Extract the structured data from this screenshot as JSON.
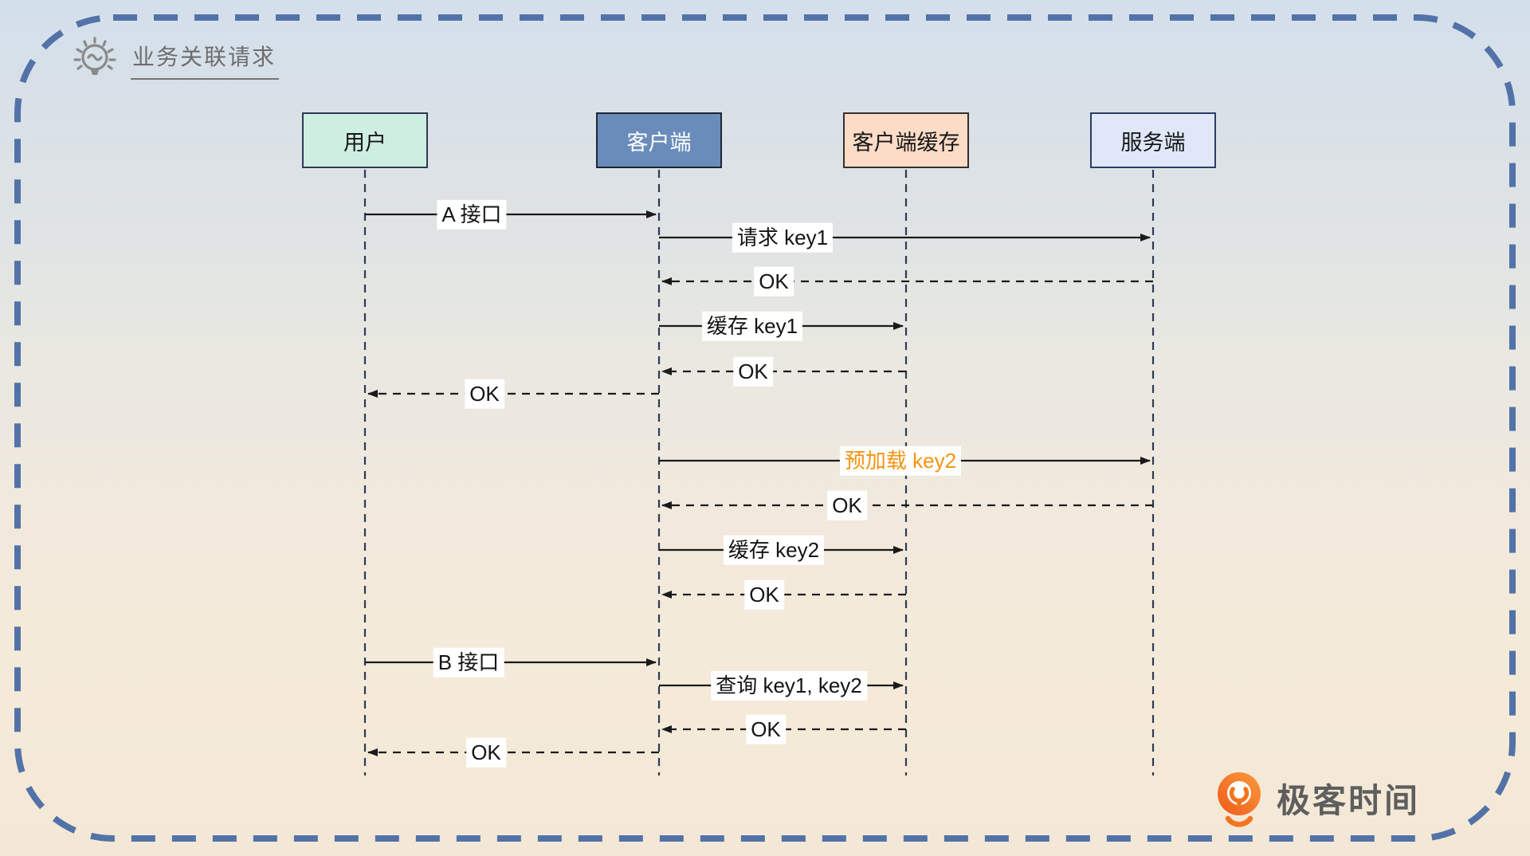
{
  "title": "业务关联请求",
  "title_icon": "lightbulb-icon",
  "actors": [
    {
      "id": "user",
      "label": "用户",
      "fill": "#cfeee2",
      "text_color": "#161616"
    },
    {
      "id": "client",
      "label": "客户端",
      "fill": "#6a8cba",
      "text_color": "#ffffff"
    },
    {
      "id": "cache",
      "label": "客户端缓存",
      "fill": "#fcdcc7",
      "text_color": "#161616"
    },
    {
      "id": "server",
      "label": "服务端",
      "fill": "#dfe7f8",
      "text_color": "#161616"
    }
  ],
  "messages": [
    {
      "label": "A 接口",
      "from": "用户",
      "to": "客户端",
      "line": "solid",
      "label_color": "#141414"
    },
    {
      "label": "请求 key1",
      "from": "客户端",
      "to": "服务端",
      "line": "solid",
      "label_color": "#141414"
    },
    {
      "label": "OK",
      "from": "服务端",
      "to": "客户端",
      "line": "dashed",
      "label_color": "#141414"
    },
    {
      "label": "缓存 key1",
      "from": "客户端",
      "to": "客户端缓存",
      "line": "solid",
      "label_color": "#141414"
    },
    {
      "label": "OK",
      "from": "客户端缓存",
      "to": "客户端",
      "line": "dashed",
      "label_color": "#141414"
    },
    {
      "label": "OK",
      "from": "客户端",
      "to": "用户",
      "line": "dashed",
      "label_color": "#141414"
    },
    {
      "label": "预加载 key2",
      "from": "客户端",
      "to": "服务端",
      "line": "solid",
      "label_color": "#f5930f"
    },
    {
      "label": "OK",
      "from": "服务端",
      "to": "客户端",
      "line": "dashed",
      "label_color": "#141414"
    },
    {
      "label": "缓存 key2",
      "from": "客户端",
      "to": "客户端缓存",
      "line": "solid",
      "label_color": "#141414"
    },
    {
      "label": "OK",
      "from": "客户端缓存",
      "to": "客户端",
      "line": "dashed",
      "label_color": "#141414"
    },
    {
      "label": "B 接口",
      "from": "用户",
      "to": "客户端",
      "line": "solid",
      "label_color": "#141414"
    },
    {
      "label": "查询 key1, key2",
      "from": "客户端",
      "to": "客户端缓存",
      "line": "solid",
      "label_color": "#141414"
    },
    {
      "label": "OK",
      "from": "客户端缓存",
      "to": "客户端",
      "line": "dashed",
      "label_color": "#141414"
    },
    {
      "label": "OK",
      "from": "客户端",
      "to": "用户",
      "line": "dashed",
      "label_color": "#141414"
    }
  ],
  "watermark": {
    "label": "极客时间",
    "icon": "geektime-logo"
  },
  "colors": {
    "border_dash": "#5272a8",
    "lifeline": "#2e3a55",
    "arrow": "#1a1a1a",
    "accent_orange": "#f5930f",
    "bg_top": "#d3dfeb",
    "bg_bottom": "#f3e8d6",
    "title_gray": "#6d6d6d"
  }
}
